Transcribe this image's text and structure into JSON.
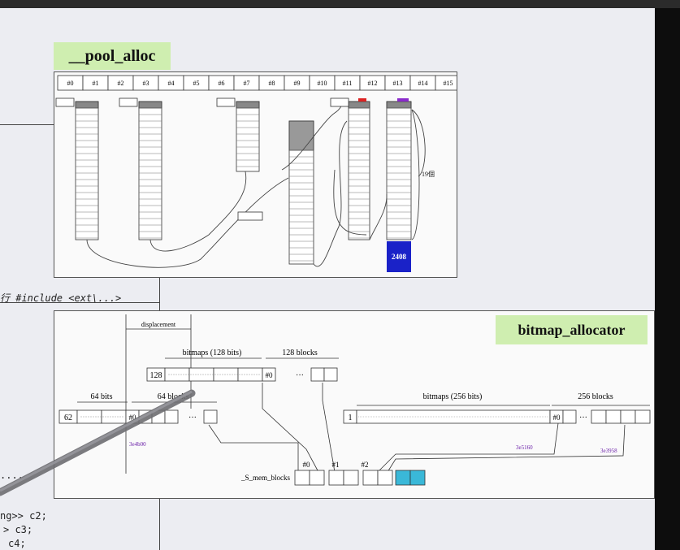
{
  "pool_alloc": {
    "title": "__pool_alloc",
    "slots": [
      "#0",
      "#1",
      "#2",
      "#3",
      "#4",
      "#5",
      "#6",
      "#7",
      "#8",
      "#9",
      "#10",
      "#11",
      "#12",
      "#13",
      "#14",
      "#15"
    ],
    "count_label": "19個",
    "block_value": "2408"
  },
  "code": {
    "include_line": "行 #include <ext\\...>",
    "line1": "ng>> c2;",
    "line2": "> c3;",
    "line3": "c4;",
    "dots": "...."
  },
  "bitmap": {
    "title": "bitmap_allocator",
    "displacement": "displacement",
    "bitmaps128": "bitmaps (128 bits)",
    "blocks128": "128 blocks",
    "count128": "128",
    "bits64": "64 bits",
    "blocks64": "64 blocks",
    "count62": "62",
    "bitmaps256": "bitmaps (256 bits)",
    "blocks256": "256 blocks",
    "count1": "1",
    "cell0": "#0",
    "ellipsis": "···",
    "addr1": "3e4b00",
    "addr2": "3e5160",
    "addr3": "3e3958",
    "mem_label": "_S_mem_blocks",
    "mem0": "#0",
    "mem1": "#1",
    "mem2": "#2"
  },
  "colors": {
    "title_bg": "#cfeeb0",
    "block_blue": "#1a22c8",
    "teal": "#3ab8d8",
    "purple": "#6a1fa8"
  }
}
